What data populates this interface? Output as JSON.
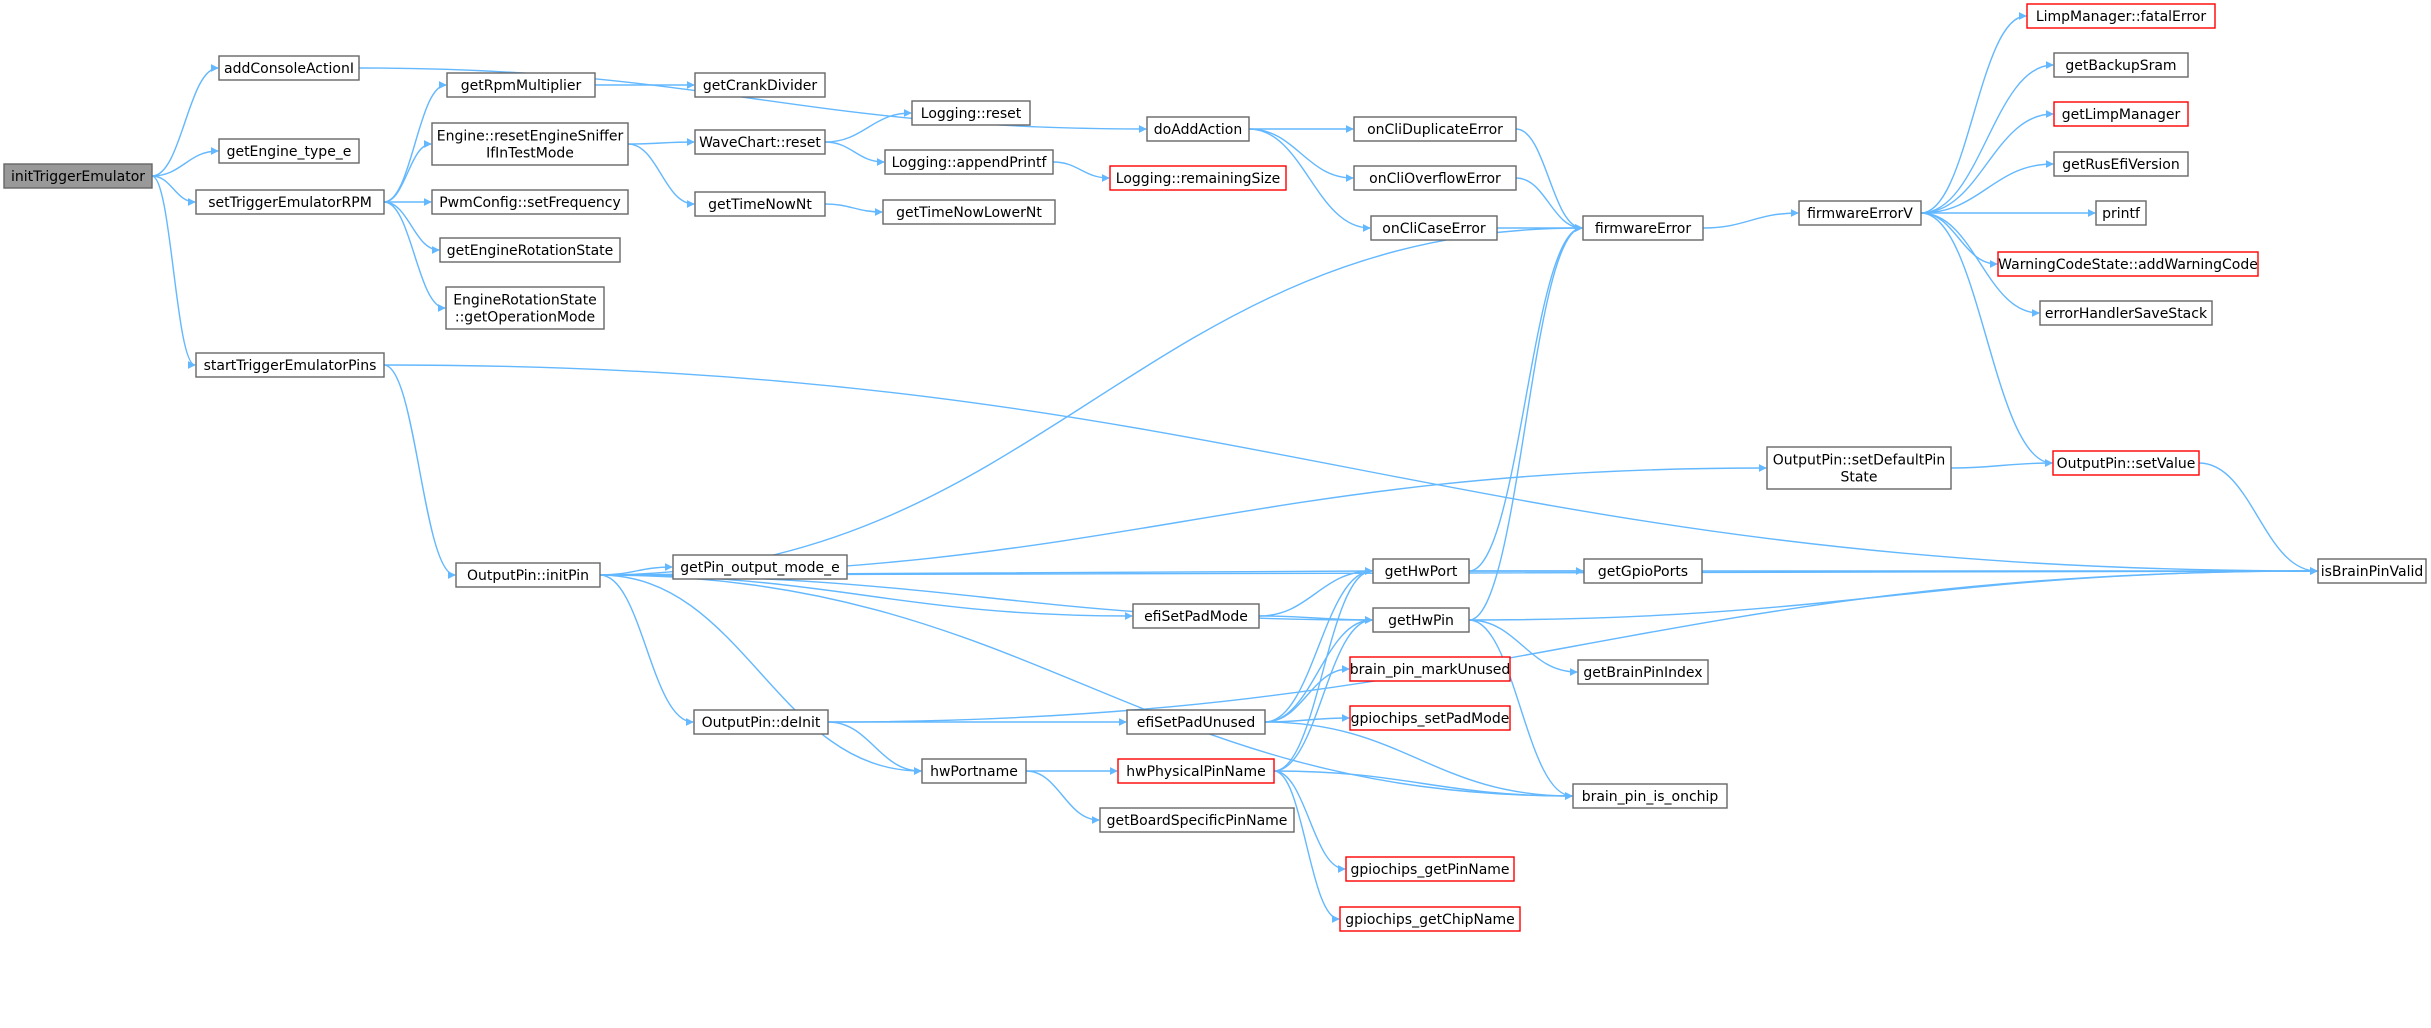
{
  "colors": {
    "edge": "#63b8ff",
    "node_border": "#666666",
    "node_fill": "#ffffff",
    "root_fill": "#999999",
    "truncated_border": "#ff0000",
    "text": "#000000"
  },
  "graph": {
    "nodes": [
      {
        "id": "initTriggerEmulator",
        "lines": [
          "initTriggerEmulator"
        ],
        "kind": "root"
      },
      {
        "id": "addConsoleActionI",
        "lines": [
          "addConsoleActionI"
        ],
        "kind": "normal"
      },
      {
        "id": "getEngine_type_e",
        "lines": [
          "getEngine_type_e"
        ],
        "kind": "normal"
      },
      {
        "id": "setTriggerEmulatorRPM",
        "lines": [
          "setTriggerEmulatorRPM"
        ],
        "kind": "normal"
      },
      {
        "id": "startTriggerEmulatorPins",
        "lines": [
          "startTriggerEmulatorPins"
        ],
        "kind": "normal"
      },
      {
        "id": "doAddAction",
        "lines": [
          "doAddAction"
        ],
        "kind": "normal"
      },
      {
        "id": "getRpmMultiplier",
        "lines": [
          "getRpmMultiplier"
        ],
        "kind": "normal"
      },
      {
        "id": "resetEngineSniffer",
        "lines": [
          "Engine::resetEngineSniffer",
          "IfInTestMode"
        ],
        "kind": "normal"
      },
      {
        "id": "setFrequency",
        "lines": [
          "PwmConfig::setFrequency"
        ],
        "kind": "normal"
      },
      {
        "id": "getEngineRotationState",
        "lines": [
          "getEngineRotationState"
        ],
        "kind": "normal"
      },
      {
        "id": "getOperationMode",
        "lines": [
          "EngineRotationState",
          "::getOperationMode"
        ],
        "kind": "normal"
      },
      {
        "id": "getCrankDivider",
        "lines": [
          "getCrankDivider"
        ],
        "kind": "normal"
      },
      {
        "id": "waveChartReset",
        "lines": [
          "WaveChart::reset"
        ],
        "kind": "normal"
      },
      {
        "id": "getTimeNowNt",
        "lines": [
          "getTimeNowNt"
        ],
        "kind": "normal"
      },
      {
        "id": "loggingReset",
        "lines": [
          "Logging::reset"
        ],
        "kind": "normal"
      },
      {
        "id": "appendPrintf",
        "lines": [
          "Logging::appendPrintf"
        ],
        "kind": "normal"
      },
      {
        "id": "getTimeNowLowerNt",
        "lines": [
          "getTimeNowLowerNt"
        ],
        "kind": "normal"
      },
      {
        "id": "remainingSize",
        "lines": [
          "Logging::remainingSize"
        ],
        "kind": "truncated"
      },
      {
        "id": "onCliDuplicateError",
        "lines": [
          "onCliDuplicateError"
        ],
        "kind": "normal"
      },
      {
        "id": "onCliOverflowError",
        "lines": [
          "onCliOverflowError"
        ],
        "kind": "normal"
      },
      {
        "id": "onCliCaseError",
        "lines": [
          "onCliCaseError"
        ],
        "kind": "normal"
      },
      {
        "id": "firmwareError",
        "lines": [
          "firmwareError"
        ],
        "kind": "normal"
      },
      {
        "id": "firmwareErrorV",
        "lines": [
          "firmwareErrorV"
        ],
        "kind": "normal"
      },
      {
        "id": "fatalError",
        "lines": [
          "LimpManager::fatalError"
        ],
        "kind": "truncated"
      },
      {
        "id": "getBackupSram",
        "lines": [
          "getBackupSram"
        ],
        "kind": "normal"
      },
      {
        "id": "getLimpManager",
        "lines": [
          "getLimpManager"
        ],
        "kind": "truncated"
      },
      {
        "id": "getRusEfiVersion",
        "lines": [
          "getRusEfiVersion"
        ],
        "kind": "normal"
      },
      {
        "id": "printf",
        "lines": [
          "printf"
        ],
        "kind": "normal"
      },
      {
        "id": "addWarningCode",
        "lines": [
          "WarningCodeState::addWarningCode"
        ],
        "kind": "truncated"
      },
      {
        "id": "errorHandlerSaveStack",
        "lines": [
          "errorHandlerSaveStack"
        ],
        "kind": "normal"
      },
      {
        "id": "initPin",
        "lines": [
          "OutputPin::initPin"
        ],
        "kind": "normal"
      },
      {
        "id": "getPin_output_mode_e",
        "lines": [
          "getPin_output_mode_e"
        ],
        "kind": "normal"
      },
      {
        "id": "deInit",
        "lines": [
          "OutputPin::deInit"
        ],
        "kind": "normal"
      },
      {
        "id": "hwPortname",
        "lines": [
          "hwPortname"
        ],
        "kind": "normal"
      },
      {
        "id": "efiSetPadMode",
        "lines": [
          "efiSetPadMode"
        ],
        "kind": "normal"
      },
      {
        "id": "efiSetPadUnused",
        "lines": [
          "efiSetPadUnused"
        ],
        "kind": "normal"
      },
      {
        "id": "hwPhysicalPinName",
        "lines": [
          "hwPhysicalPinName"
        ],
        "kind": "truncated"
      },
      {
        "id": "getBoardSpecificPinName",
        "lines": [
          "getBoardSpecificPinName"
        ],
        "kind": "normal"
      },
      {
        "id": "getHwPort",
        "lines": [
          "getHwPort"
        ],
        "kind": "normal"
      },
      {
        "id": "getHwPin",
        "lines": [
          "getHwPin"
        ],
        "kind": "normal"
      },
      {
        "id": "brain_pin_markUnused",
        "lines": [
          "brain_pin_markUnused"
        ],
        "kind": "truncated"
      },
      {
        "id": "gpiochips_setPadMode",
        "lines": [
          "gpiochips_setPadMode"
        ],
        "kind": "truncated"
      },
      {
        "id": "gpiochips_getPinName",
        "lines": [
          "gpiochips_getPinName"
        ],
        "kind": "truncated"
      },
      {
        "id": "gpiochips_getChipName",
        "lines": [
          "gpiochips_getChipName"
        ],
        "kind": "truncated"
      },
      {
        "id": "setDefaultPinState",
        "lines": [
          "OutputPin::setDefaultPin",
          "State"
        ],
        "kind": "normal"
      },
      {
        "id": "setValue",
        "lines": [
          "OutputPin::setValue"
        ],
        "kind": "truncated"
      },
      {
        "id": "getGpioPorts",
        "lines": [
          "getGpioPorts"
        ],
        "kind": "normal"
      },
      {
        "id": "getBrainPinIndex",
        "lines": [
          "getBrainPinIndex"
        ],
        "kind": "normal"
      },
      {
        "id": "brain_pin_is_onchip",
        "lines": [
          "brain_pin_is_onchip"
        ],
        "kind": "normal"
      },
      {
        "id": "isBrainPinValid",
        "lines": [
          "isBrainPinValid"
        ],
        "kind": "normal"
      }
    ],
    "edges": [
      [
        "initTriggerEmulator",
        "addConsoleActionI"
      ],
      [
        "initTriggerEmulator",
        "getEngine_type_e"
      ],
      [
        "initTriggerEmulator",
        "setTriggerEmulatorRPM"
      ],
      [
        "initTriggerEmulator",
        "startTriggerEmulatorPins"
      ],
      [
        "addConsoleActionI",
        "doAddAction"
      ],
      [
        "setTriggerEmulatorRPM",
        "getRpmMultiplier"
      ],
      [
        "setTriggerEmulatorRPM",
        "resetEngineSniffer"
      ],
      [
        "setTriggerEmulatorRPM",
        "setFrequency"
      ],
      [
        "setTriggerEmulatorRPM",
        "getEngineRotationState"
      ],
      [
        "setTriggerEmulatorRPM",
        "getOperationMode"
      ],
      [
        "getRpmMultiplier",
        "getCrankDivider"
      ],
      [
        "resetEngineSniffer",
        "waveChartReset"
      ],
      [
        "resetEngineSniffer",
        "getTimeNowNt"
      ],
      [
        "waveChartReset",
        "loggingReset"
      ],
      [
        "waveChartReset",
        "appendPrintf"
      ],
      [
        "appendPrintf",
        "remainingSize"
      ],
      [
        "getTimeNowNt",
        "getTimeNowLowerNt"
      ],
      [
        "doAddAction",
        "onCliDuplicateError"
      ],
      [
        "doAddAction",
        "onCliOverflowError"
      ],
      [
        "doAddAction",
        "onCliCaseError"
      ],
      [
        "onCliDuplicateError",
        "firmwareError"
      ],
      [
        "onCliOverflowError",
        "firmwareError"
      ],
      [
        "onCliCaseError",
        "firmwareError"
      ],
      [
        "firmwareError",
        "firmwareErrorV"
      ],
      [
        "firmwareErrorV",
        "fatalError"
      ],
      [
        "firmwareErrorV",
        "getBackupSram"
      ],
      [
        "firmwareErrorV",
        "getLimpManager"
      ],
      [
        "firmwareErrorV",
        "getRusEfiVersion"
      ],
      [
        "firmwareErrorV",
        "printf"
      ],
      [
        "firmwareErrorV",
        "addWarningCode"
      ],
      [
        "firmwareErrorV",
        "errorHandlerSaveStack"
      ],
      [
        "firmwareErrorV",
        "setValue"
      ],
      [
        "startTriggerEmulatorPins",
        "initPin"
      ],
      [
        "startTriggerEmulatorPins",
        "isBrainPinValid"
      ],
      [
        "initPin",
        "firmwareError"
      ],
      [
        "initPin",
        "setDefaultPinState"
      ],
      [
        "initPin",
        "getHwPort"
      ],
      [
        "initPin",
        "getPin_output_mode_e"
      ],
      [
        "initPin",
        "efiSetPadMode"
      ],
      [
        "initPin",
        "getHwPin"
      ],
      [
        "initPin",
        "deInit"
      ],
      [
        "initPin",
        "hwPortname"
      ],
      [
        "initPin",
        "brain_pin_is_onchip"
      ],
      [
        "initPin",
        "isBrainPinValid"
      ],
      [
        "deInit",
        "isBrainPinValid"
      ],
      [
        "deInit",
        "efiSetPadUnused"
      ],
      [
        "deInit",
        "hwPortname"
      ],
      [
        "hwPortname",
        "hwPhysicalPinName"
      ],
      [
        "hwPortname",
        "getBoardSpecificPinName"
      ],
      [
        "efiSetPadMode",
        "getHwPort"
      ],
      [
        "efiSetPadMode",
        "getHwPin"
      ],
      [
        "efiSetPadUnused",
        "getHwPort"
      ],
      [
        "efiSetPadUnused",
        "getHwPin"
      ],
      [
        "efiSetPadUnused",
        "brain_pin_markUnused"
      ],
      [
        "efiSetPadUnused",
        "gpiochips_setPadMode"
      ],
      [
        "efiSetPadUnused",
        "brain_pin_is_onchip"
      ],
      [
        "hwPhysicalPinName",
        "getHwPort"
      ],
      [
        "hwPhysicalPinName",
        "getHwPin"
      ],
      [
        "hwPhysicalPinName",
        "brain_pin_is_onchip"
      ],
      [
        "hwPhysicalPinName",
        "gpiochips_getPinName"
      ],
      [
        "hwPhysicalPinName",
        "gpiochips_getChipName"
      ],
      [
        "getHwPort",
        "firmwareError"
      ],
      [
        "getHwPort",
        "getGpioPorts"
      ],
      [
        "getHwPort",
        "isBrainPinValid"
      ],
      [
        "getHwPin",
        "firmwareError"
      ],
      [
        "getHwPin",
        "getBrainPinIndex"
      ],
      [
        "getHwPin",
        "brain_pin_is_onchip"
      ],
      [
        "getHwPin",
        "isBrainPinValid"
      ],
      [
        "setDefaultPinState",
        "setValue"
      ],
      [
        "setValue",
        "isBrainPinValid"
      ]
    ]
  }
}
